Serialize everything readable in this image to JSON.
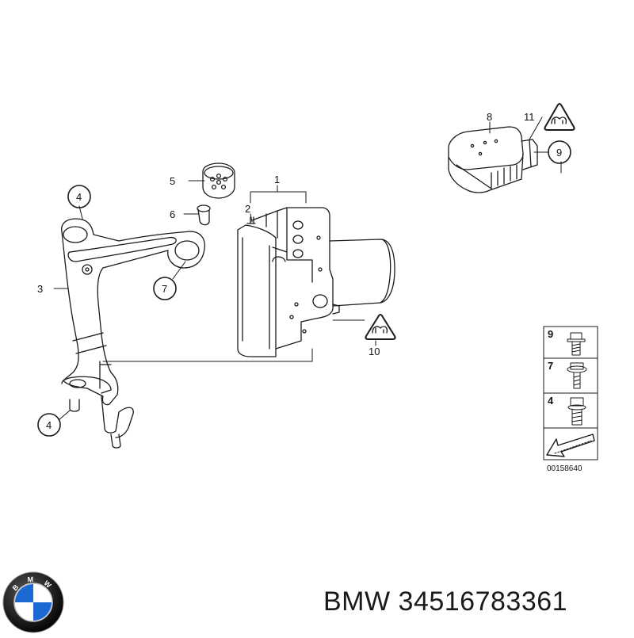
{
  "callouts": {
    "c1": "1",
    "c2": "2",
    "c3": "3",
    "c4a": "4",
    "c4b": "4",
    "c5": "5",
    "c6": "6",
    "c7": "7",
    "c8": "8",
    "c9": "9",
    "c10": "10",
    "c11": "11"
  },
  "legend": {
    "rows": [
      {
        "num": "9",
        "icon": "bolt-flange-icon"
      },
      {
        "num": "7",
        "icon": "bolt-hex-washer-icon"
      },
      {
        "num": "4",
        "icon": "bolt-hex-flange-icon"
      }
    ],
    "diagram_id": "00158640"
  },
  "footer": {
    "brand": "BMW",
    "part_number": "34516783361"
  },
  "logo": {
    "text": "B M W",
    "colors": {
      "blue": "#1c69d4",
      "white": "#ffffff",
      "ring": "#1a1a1a"
    }
  }
}
